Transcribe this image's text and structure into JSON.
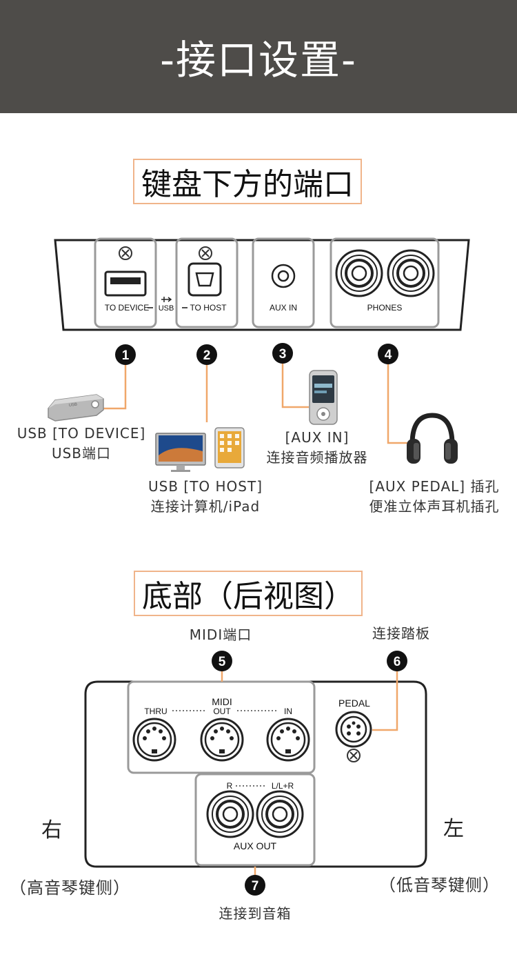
{
  "header": {
    "title": "-接口设置-"
  },
  "section1": {
    "title": "键盘下方的端口",
    "ports": {
      "to_device": "TO DEVICE",
      "usb_mark": "USB",
      "to_host": "TO HOST",
      "aux_in": "AUX IN",
      "phones": "PHONES"
    },
    "markers": [
      "1",
      "2",
      "3",
      "4"
    ],
    "callouts": {
      "usb_device_line1": "USB [TO DEVICE]",
      "usb_device_line2": "USB端口",
      "usb_host_line1": "USB [TO HOST]",
      "usb_host_line2": "连接计算机/iPad",
      "aux_in_line1": "[AUX IN]",
      "aux_in_line2": "连接音频播放器",
      "phones_line1": "[AUX PEDAL] 插孔",
      "phones_line2": "便准立体声耳机插孔"
    },
    "usb_stick_text": "USB"
  },
  "section2": {
    "title": "底部（后视图）",
    "markers": [
      "5",
      "6",
      "7"
    ],
    "callouts": {
      "midi": "MIDI端口",
      "pedal": "连接踏板",
      "aux_out": "连接到音箱",
      "right": "右",
      "right_note": "（高音琴键侧）",
      "left": "左",
      "left_note": "（低音琴键侧）"
    },
    "panel": {
      "midi": "MIDI",
      "thru": "THRU",
      "out": "OUT",
      "in": "IN",
      "pedal": "PEDAL",
      "r": "R",
      "l_lr": "L/L+R",
      "aux_out": "AUX  OUT"
    }
  },
  "colors": {
    "header_bg": "#4e4c49",
    "accent": "#f0a76a",
    "box_border": "#f0b48a",
    "frame": "#222222"
  }
}
